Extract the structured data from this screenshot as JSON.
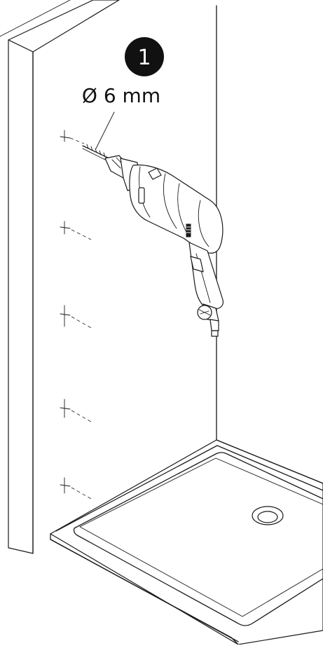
{
  "step": {
    "number": "1",
    "badge_color": "#111111"
  },
  "drill_bit": {
    "label": "Ø 6 mm"
  },
  "colors": {
    "line": "#1a1a1a",
    "background": "#ffffff"
  },
  "icons": [
    "drill-icon",
    "shower-tray",
    "wall-panel",
    "drill-mark"
  ]
}
